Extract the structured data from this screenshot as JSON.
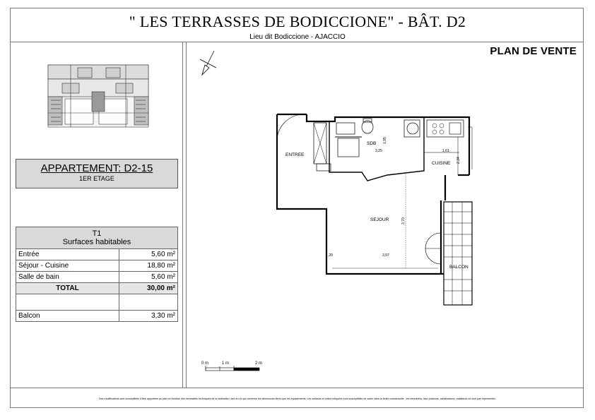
{
  "header": {
    "title": "\" LES TERRASSES DE BODICCIONE\"  -  BÂT.  D2",
    "subtitle": "Lieu dit Bodiccione - AJACCIO",
    "plan_label": "PLAN DE VENTE"
  },
  "apartment": {
    "name": "APPARTEMENT: D2-15",
    "floor": "1ER ETAGE"
  },
  "surfaces": {
    "type": "T1",
    "heading": "Surfaces habitables",
    "rows": [
      {
        "label": "Entrée",
        "value": "5,60 m²"
      },
      {
        "label": "Séjour - Cuisine",
        "value": "18,80 m²"
      },
      {
        "label": "Salle de bain",
        "value": "5,60 m²"
      }
    ],
    "total_label": "TOTAL",
    "total_value": "30,00 m²",
    "balcony_label": "Balcon",
    "balcony_value": "3,30 m²"
  },
  "plan": {
    "rooms": {
      "entree": "ENTREE",
      "sdb": "SDB",
      "cuisine": "CUISINE",
      "sejour": "SEJOUR",
      "balcon": "BALCON"
    },
    "dimensions": {
      "sdb_width": "3,25",
      "sdb_height": "1,95",
      "cuisine_width": "1,61",
      "cuisine_height": "2,34",
      "sejour_height": "3,70",
      "sejour_width": "3,97",
      "small": ",20"
    }
  },
  "scale_bar": {
    "labels": [
      "0 m",
      "1 m",
      "2 m"
    ]
  },
  "footer": {
    "disclaimer": "Des modifications sont susceptibles d'être apportées au plan en fonction des nécessités techniques de la réalisation, tant en ce qui concerne les dimensions libres que les équipements. Les surfaces et côtes indiquées sont susceptibles de varier dans la limite contractuelle ; les retombées, faux plafonds, canalisations, radiateurs ne sont pas représentés."
  }
}
